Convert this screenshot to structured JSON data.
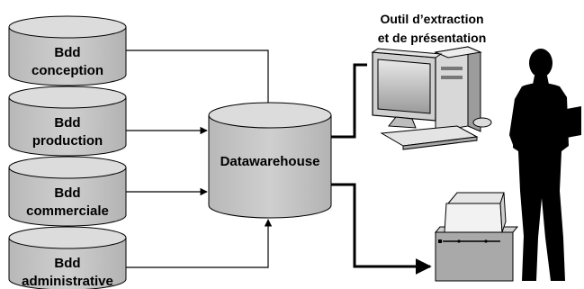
{
  "sources": [
    {
      "line1": "Bdd",
      "line2": "conception"
    },
    {
      "line1": "Bdd",
      "line2": "production"
    },
    {
      "line1": "Bdd",
      "line2": "commerciale"
    },
    {
      "line1": "Bdd",
      "line2": "administrative"
    }
  ],
  "warehouse": {
    "label": "Datawarehouse"
  },
  "tool": {
    "line1": "Outil d’extraction",
    "line2": "et de présentation"
  },
  "colors": {
    "cylinder_top": "#d9d9d9",
    "cylinder_body": "#c4c4c4",
    "stroke": "#000000",
    "silhouette": "#000000"
  },
  "icons": {
    "computer": "desktop-computer-icon",
    "printer": "printer-icon",
    "user": "person-silhouette-icon"
  }
}
